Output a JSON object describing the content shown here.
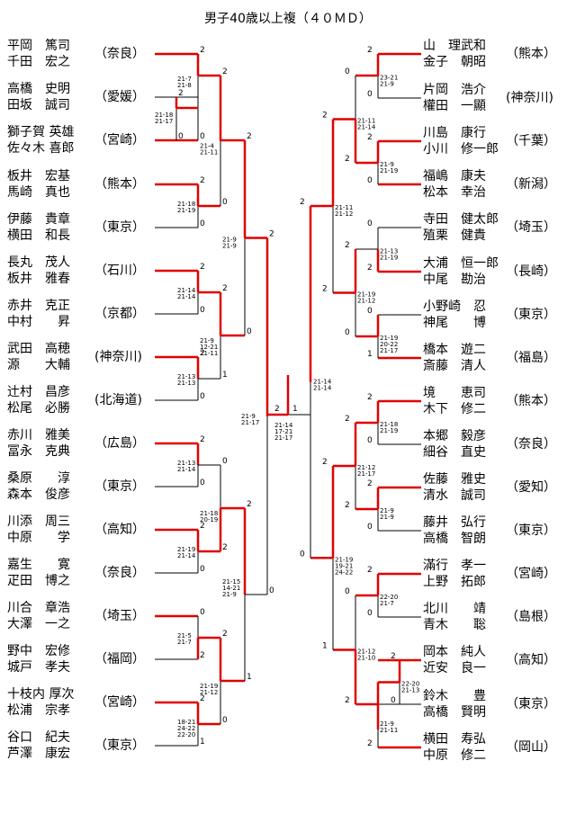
{
  "title": "男子40歳以上複（４０ＭＤ）",
  "left_entries": [
    {
      "p1": "平岡　篤司",
      "p2": "千田　宏之",
      "pref": "（奈良）"
    },
    {
      "p1": "高橋　史明",
      "p2": "田坂　誠司",
      "pref": "（愛媛）"
    },
    {
      "p1": "獅子賀 英雄",
      "p2": "佐々木 喜郎",
      "pref": "（宮崎）"
    },
    {
      "p1": "板井　宏基",
      "p2": "馬崎　真也",
      "pref": "（熊本）"
    },
    {
      "p1": "伊藤　貴章",
      "p2": "横田　和長",
      "pref": "（東京）"
    },
    {
      "p1": "長丸　茂人",
      "p2": "板井　雅春",
      "pref": "（石川）"
    },
    {
      "p1": "赤井　克正",
      "p2": "中村　　昇",
      "pref": "（京都）"
    },
    {
      "p1": "武田　高穂",
      "p2": "源　　大輔",
      "pref": "(神奈川)"
    },
    {
      "p1": "辻村　昌彦",
      "p2": "松尾　必勝",
      "pref": "(北海道)"
    },
    {
      "p1": "赤川　雅美",
      "p2": "冨永　克典",
      "pref": "（広島）"
    },
    {
      "p1": "桑原　　淳",
      "p2": "森本　俊彦",
      "pref": "（東京）"
    },
    {
      "p1": "川添　周三",
      "p2": "中原　　学",
      "pref": "（高知）"
    },
    {
      "p1": "嘉生　　寛",
      "p2": "疋田　博之",
      "pref": "（奈良）"
    },
    {
      "p1": "川合　章浩",
      "p2": "大澤　一之",
      "pref": "（埼玉）"
    },
    {
      "p1": "野中　宏修",
      "p2": "城戸　孝夫",
      "pref": "（福岡）"
    },
    {
      "p1": "十枝内 厚次",
      "p2": "松浦　宗孝",
      "pref": "（宮崎）"
    },
    {
      "p1": "谷口　紀夫",
      "p2": "芦澤　康宏",
      "pref": "（東京）"
    }
  ],
  "right_entries": [
    {
      "p1": "山　理武和",
      "p2": "金子　朝昭",
      "pref": "（熊本）"
    },
    {
      "p1": "片岡　浩介",
      "p2": "權田　一顯",
      "pref": "(神奈川)"
    },
    {
      "p1": "川島　康行",
      "p2": "小川　修一郎",
      "pref": "（千葉）"
    },
    {
      "p1": "福嶋　康夫",
      "p2": "松本　幸治",
      "pref": "（新潟）"
    },
    {
      "p1": "寺田　健太郎",
      "p2": "殖栗　健貴",
      "pref": "（埼玉）"
    },
    {
      "p1": "大浦　恒一郎",
      "p2": "中尾　勘治",
      "pref": "（長崎）"
    },
    {
      "p1": "小野崎　忍",
      "p2": "神尾　　博",
      "pref": "（東京）"
    },
    {
      "p1": "橋本　遊二",
      "p2": "斎藤　清人",
      "pref": "（福島）"
    },
    {
      "p1": "境　　恵司",
      "p2": "木下　修二",
      "pref": "（熊本）"
    },
    {
      "p1": "本郷　毅彦",
      "p2": "細谷　直史",
      "pref": "（奈良）"
    },
    {
      "p1": "佐藤　雅史",
      "p2": "清水　誠司",
      "pref": "（愛知）"
    },
    {
      "p1": "藤井　弘行",
      "p2": "高橋　智朗",
      "pref": "（東京）"
    },
    {
      "p1": "滿行　孝一",
      "p2": "上野　拓郎",
      "pref": "（宮崎）"
    },
    {
      "p1": "北川　　靖",
      "p2": "青木　　聡",
      "pref": "（島根）"
    },
    {
      "p1": "岡本　純人",
      "p2": "近安　良一",
      "pref": "（高知）"
    },
    {
      "p1": "鈴木　　豊",
      "p2": "高橋　賢明",
      "pref": "（東京）"
    },
    {
      "p1": "横田　寿弘",
      "p2": "中原　修二",
      "pref": "（岡山）"
    }
  ],
  "scores": {
    "L_p1": "21-7\n21-8",
    "L_p2": "21-18\n21-17",
    "L_p3": "21-18\n21-19",
    "L_p4": "21-14\n21-14",
    "L_p5": "21-9\n12-21\n21-11",
    "L_p6": "21-13\n21-13",
    "L_p7": "21-13\n21-14",
    "L_p8": "21-18\n20-19",
    "L_p9": "21-19\n21-14",
    "L_p10": "21-5\n21-7",
    "L_p11": "18-21\n24-22\n22-20",
    "L_p12": "21-19\n21-12",
    "L_q1": "21-4\n21-11",
    "L_q2": "21-9\n21-9",
    "L_q3": "21-15\n14-21\n21-9",
    "L_s": "21-9\n21-17",
    "F": "21-14\n17-21\n21-17",
    "R_p1": "23-21\n21-9",
    "R_p2": "21-9\n21-19",
    "R_p3": "21-13\n21-19",
    "R_p4": "21-19\n20-22\n21-17",
    "R_p5": "21-18\n21-19",
    "R_p6": "21-9\n21-9",
    "R_p7": "22-20\n21-7",
    "R_p8": "22-20\n21-13",
    "R_p9": "21-9\n21-11",
    "R_q1": "21-11\n21-14",
    "R_q2": "21-19\n21-12",
    "R_q3": "21-12\n21-17",
    "R_q4": "21-12\n21-10",
    "R_r1": "21-11\n21-12",
    "R_r2": "21-19\n19-21\n24-22",
    "R_s": "21-14\n21-14"
  },
  "game_counts": {
    "final_left": "2",
    "final_right": "1",
    "left_top": "2",
    "left_bottom": "0",
    "right_top": "2",
    "right_bottom": "0"
  }
}
